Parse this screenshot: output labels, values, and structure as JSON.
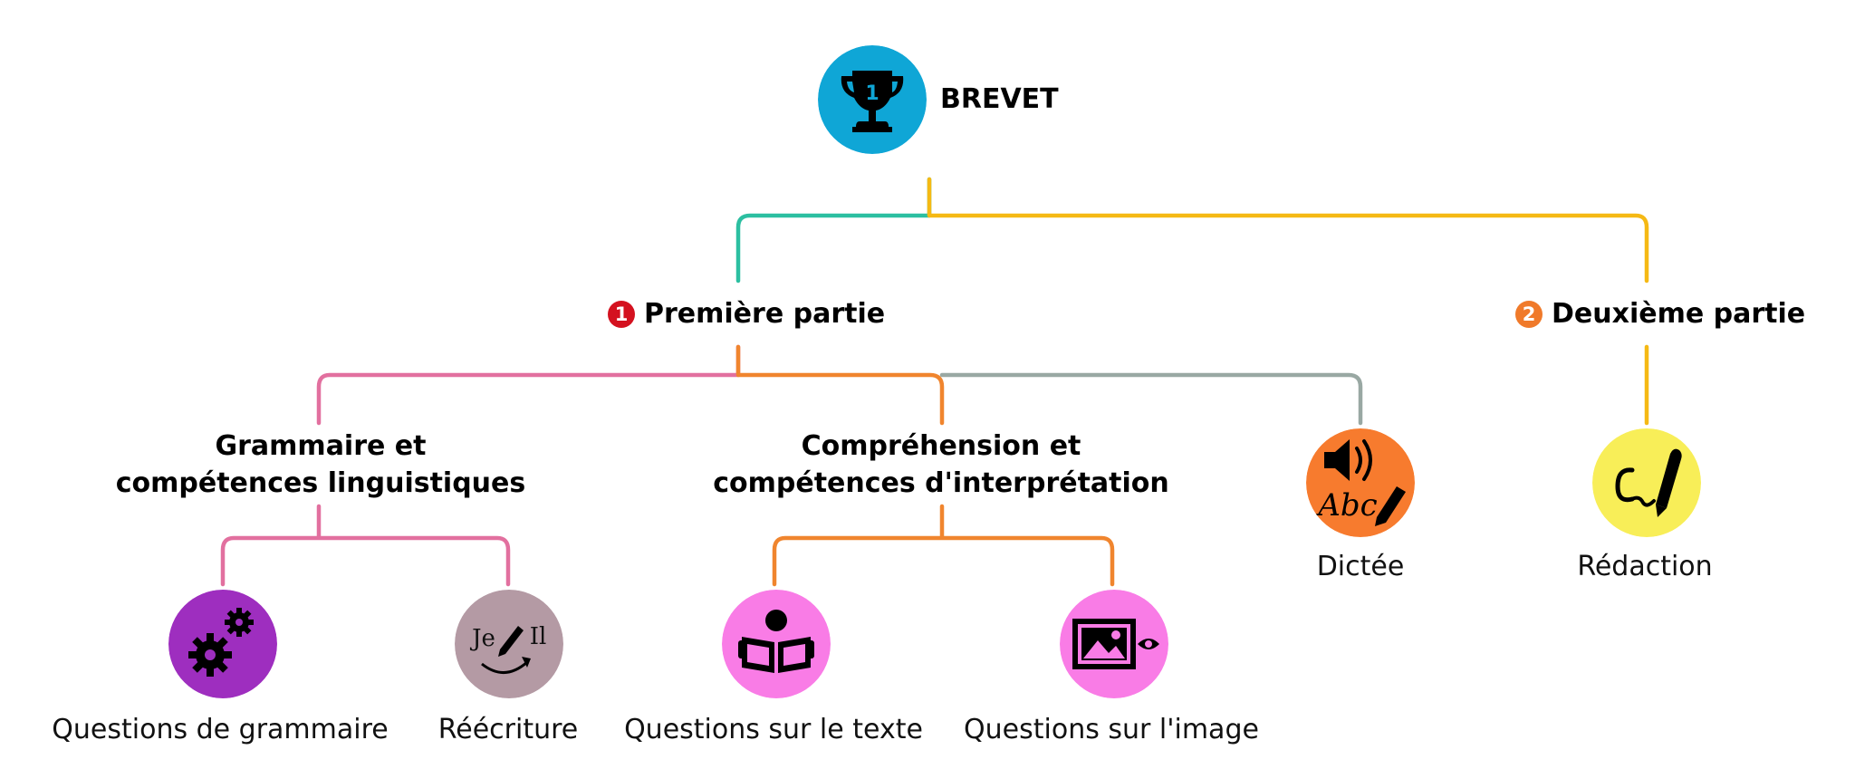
{
  "root": {
    "label": "BREVET",
    "icon": "trophy-icon",
    "icon_number": "1",
    "color": "#0fa6d6"
  },
  "parts": [
    {
      "number": "1",
      "label": "Première partie",
      "badge_color": "#d4111f"
    },
    {
      "number": "2",
      "label": "Deuxième partie",
      "badge_color": "#f07a2a"
    }
  ],
  "sections": [
    {
      "line1": "Grammaire et",
      "line2": "compétences linguistiques"
    },
    {
      "line1": "Compréhension et",
      "line2": "compétences d'interprétation"
    }
  ],
  "leaves": [
    {
      "label": "Questions de grammaire",
      "icon": "gears-icon",
      "color": "#9e2ebf"
    },
    {
      "label": "Réécriture",
      "icon": "rewrite-je-il-icon",
      "color": "#b49aa4",
      "icon_text_left": "Je",
      "icon_text_right": "Il"
    },
    {
      "label": "Questions sur le texte",
      "icon": "reading-person-icon",
      "color": "#f97ce6"
    },
    {
      "label": "Questions sur l'image",
      "icon": "image-eye-icon",
      "color": "#f97ce6"
    },
    {
      "label": "Dictée",
      "icon": "speaker-abc-icon",
      "color": "#f77b2e",
      "icon_text": "Abc"
    },
    {
      "label": "Rédaction",
      "icon": "pen-writing-icon",
      "color": "#f8ee58"
    }
  ],
  "connector_colors": {
    "part1": "#2cbfa1",
    "part2": "#f5b914",
    "grammar": "#e2709f",
    "comprehension": "#f0852e",
    "dictation": "#99a8a3",
    "redaction": "#f5b914"
  }
}
